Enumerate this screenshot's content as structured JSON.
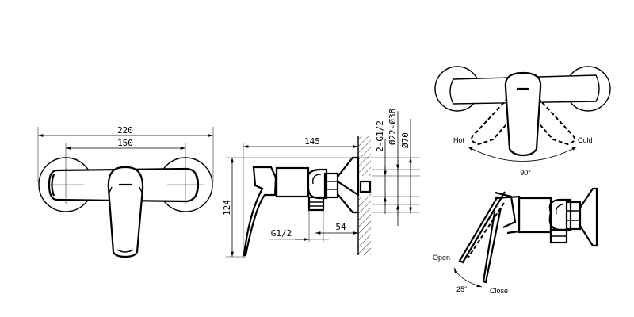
{
  "front_view": {
    "overall_width": "220",
    "center_distance": "150"
  },
  "side_view": {
    "depth": "145",
    "height": "124",
    "outlet_thread": "G1/2",
    "outlet_offset": "54",
    "inlet_thread": "2-G1/2",
    "eccentric_range": "Ø22-Ø38",
    "flange_diameter": "Ø70"
  },
  "temperature_view": {
    "hot_label": "Hot",
    "cold_label": "Cold",
    "angle": "90°"
  },
  "flow_view": {
    "open_label": "Open",
    "close_label": "Close",
    "angle": "25°"
  }
}
